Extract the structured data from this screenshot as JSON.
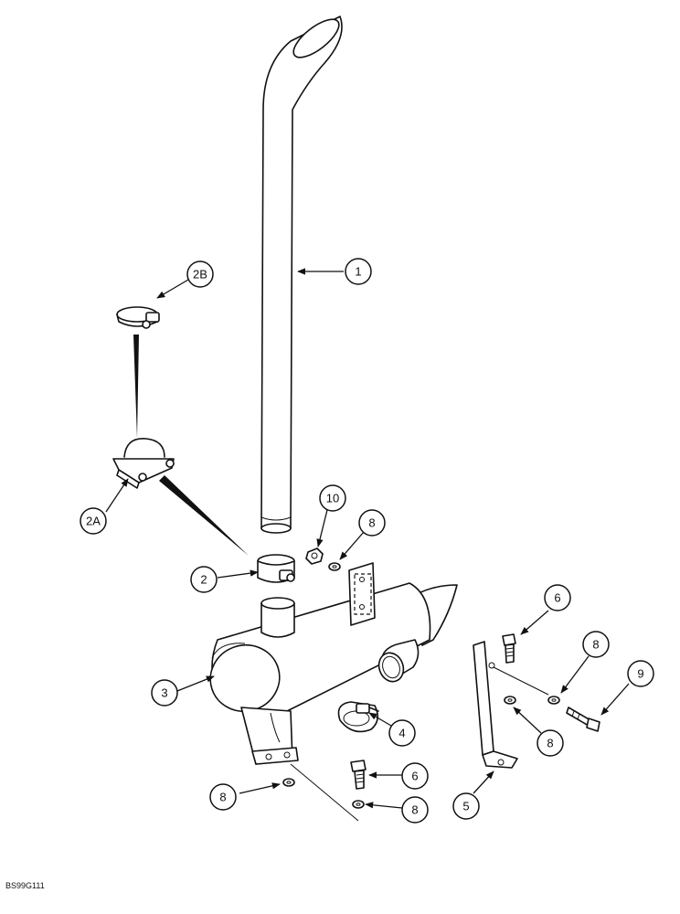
{
  "callouts": [
    {
      "label": "1"
    },
    {
      "label": "2B"
    },
    {
      "label": "2A"
    },
    {
      "label": "2"
    },
    {
      "label": "10"
    },
    {
      "label": "8"
    },
    {
      "label": "3"
    },
    {
      "label": "4"
    },
    {
      "label": "6"
    },
    {
      "label": "8"
    },
    {
      "label": "9"
    },
    {
      "label": "8"
    },
    {
      "label": "5"
    },
    {
      "label": "6"
    },
    {
      "label": "8"
    },
    {
      "label": "8"
    }
  ],
  "figure_code": "BS99G111"
}
